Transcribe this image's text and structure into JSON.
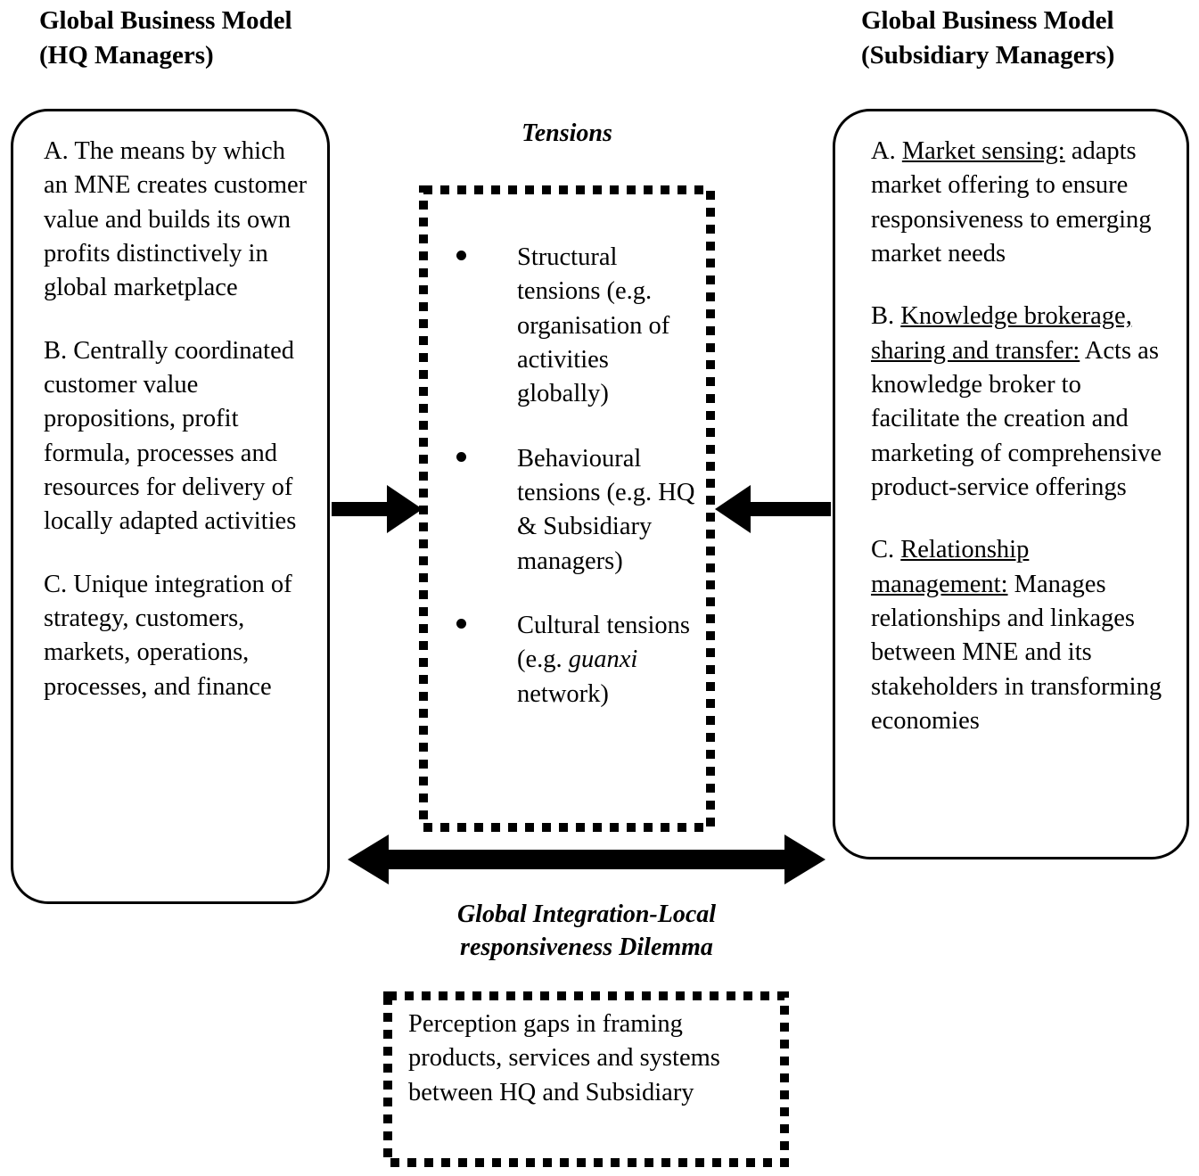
{
  "diagram": {
    "left_column": {
      "title": "Global Business Model\n(HQ Managers)",
      "items": [
        {
          "key": "A",
          "prefix": "A. ",
          "heading": "",
          "text": "A. The means by which an MNE creates customer value and builds its own profits distinctively in global marketplace"
        },
        {
          "key": "B",
          "prefix": "B. ",
          "heading": "",
          "text": "B. Centrally coordinated customer value propositions, profit formula, processes and resources for delivery of locally adapted activities"
        },
        {
          "key": "C",
          "prefix": "C. ",
          "heading": "",
          "text": "C. Unique integration of strategy, customers, markets, operations, processes, and finance"
        }
      ]
    },
    "right_column": {
      "title": "Global Business Model\n(Subsidiary Managers)",
      "items": [
        {
          "key": "A",
          "prefix": "A. ",
          "heading": "Market sensing:",
          "body": " adapts market offering to ensure responsiveness to emerging market needs"
        },
        {
          "key": "B",
          "prefix": "B. ",
          "heading": "Knowledge brokerage, sharing and transfer:",
          "body": " Acts as knowledge broker to facilitate the creation and marketing of comprehensive product-service offerings"
        },
        {
          "key": "C",
          "prefix": "C. ",
          "heading": "Relationship management:",
          "body": " Manages relationships and linkages between MNE and its stakeholders in transforming economies"
        }
      ]
    },
    "center": {
      "label": "Tensions",
      "bullets": [
        {
          "text_before": "Structural tensions (e.g. organisation of activities globally)",
          "italic": "",
          "text_after": ""
        },
        {
          "text_before": "Behavioural tensions (e.g. HQ & Subsidiary managers)",
          "italic": "",
          "text_after": ""
        },
        {
          "text_before": "Cultural tensions (e.g. ",
          "italic": "guanxi",
          "text_after": " network)"
        }
      ]
    },
    "bottom": {
      "dilemma_label": "Global Integration-Local\nresponsiveness Dilemma",
      "perception_box": "Perception gaps in framing products, services and systems between HQ and Subsidiary"
    },
    "colors": {
      "stroke": "#000000",
      "background": "#ffffff"
    }
  }
}
